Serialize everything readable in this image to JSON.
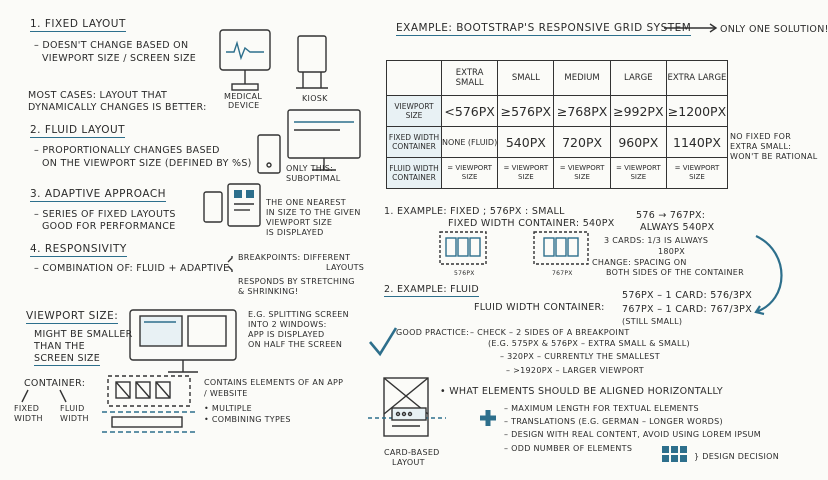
{
  "left": {
    "fixed": {
      "title": "1. Fixed layout",
      "line1": "– Doesn't change based on",
      "line2": "viewport size / screen size",
      "most1": "Most cases: layout that",
      "most2": "dynamically changes is better:",
      "medical": "Medical",
      "device": "device",
      "kiosk": "Kiosk"
    },
    "fluid": {
      "title": "2. Fluid layout",
      "line1": "– Proportionally changes based",
      "line2": "on the viewport size (defined by %s)",
      "only1": "Only this:",
      "only2": "suboptimal"
    },
    "adaptive": {
      "title": "3. Adaptive approach",
      "line1": "– Series of fixed layouts",
      "line2": "good for performance",
      "note1": "The one nearest",
      "note2": "in size to the given",
      "note3": "viewport size",
      "note4": "is displayed"
    },
    "responsivity": {
      "title": "4. Responsivity",
      "line": "– Combination of: Fluid + Adaptive",
      "bp1": "Breakpoints: different",
      "bp2": "layouts",
      "resp1": "Responds by stretching",
      "resp2": "& shrinking!"
    },
    "viewport": {
      "title": "Viewport size:",
      "l1": "Might be smaller",
      "l2": "than the",
      "l3": "screen size",
      "e1": "E.g. splitting screen",
      "e2": "into 2 windows:",
      "e3": "app is displayed",
      "e4": "on half the screen"
    },
    "container": {
      "title": "Container:",
      "fixed1": "Fixed",
      "fixed2": "width",
      "fluid1": "Fluid",
      "fluid2": "width",
      "c1": "Contains elements of an app",
      "c2": "/ website",
      "c3": "• Multiple",
      "c4": "• Combining types"
    }
  },
  "right": {
    "title": "Example: Bootstrap's responsive grid system",
    "only": "Only one solution!",
    "table": {
      "headers": [
        "",
        "Extra small",
        "Small",
        "Medium",
        "Large",
        "Extra large"
      ],
      "rows": [
        {
          "label": "Viewport size",
          "cells": [
            "<576px",
            "≥576px",
            "≥768px",
            "≥992px",
            "≥1200px"
          ]
        },
        {
          "label": "Fixed width container",
          "cells": [
            "None (fluid)",
            "540px",
            "720px",
            "960px",
            "1140px"
          ]
        },
        {
          "label": "Fluid width container",
          "cells": [
            "= viewport size",
            "= viewport size",
            "= viewport size",
            "= viewport size",
            "= viewport size"
          ]
        }
      ]
    },
    "nofixed1": "No fixed for",
    "nofixed2": "extra small:",
    "nofixed3": "won't be rational",
    "ex1": {
      "a": "1. Example: Fixed ; 576px : small",
      "b": "Fixed width container: 540px",
      "c": "576 → 767px:",
      "d": "always 540px",
      "lab1": "576px",
      "lab2": "767px",
      "cards1": "3 cards: 1/3 is always",
      "cards2": "180px",
      "ch1": "Change: spacing on",
      "ch2": "both sides of the container"
    },
    "ex2": {
      "title": "2. Example: Fluid",
      "fwc": "Fluid width container:",
      "r1": "576px – 1 card: 576/3px",
      "r2": "767px – 1 card: 767/3px",
      "r3": "(still small)"
    },
    "gp": {
      "title": "Good practice:",
      "c1": "– Check – 2 sides of a breakpoint",
      "c2": "(e.g. 575px & 576px – extra small & small)",
      "c3": "– 320px – currently the smallest",
      "c4": "– >1920px – larger viewport",
      "w1": "• What elements should be aligned horizontally",
      "b1": "– Maximum length for textual elements",
      "b2": "– Translations (e.g. German – longer words)",
      "b3": "– Design with real content, avoid using Lorem Ipsum",
      "b4": "– Odd number of elements",
      "dd": "} design decision",
      "card1": "Card-based",
      "card2": "layout"
    }
  }
}
